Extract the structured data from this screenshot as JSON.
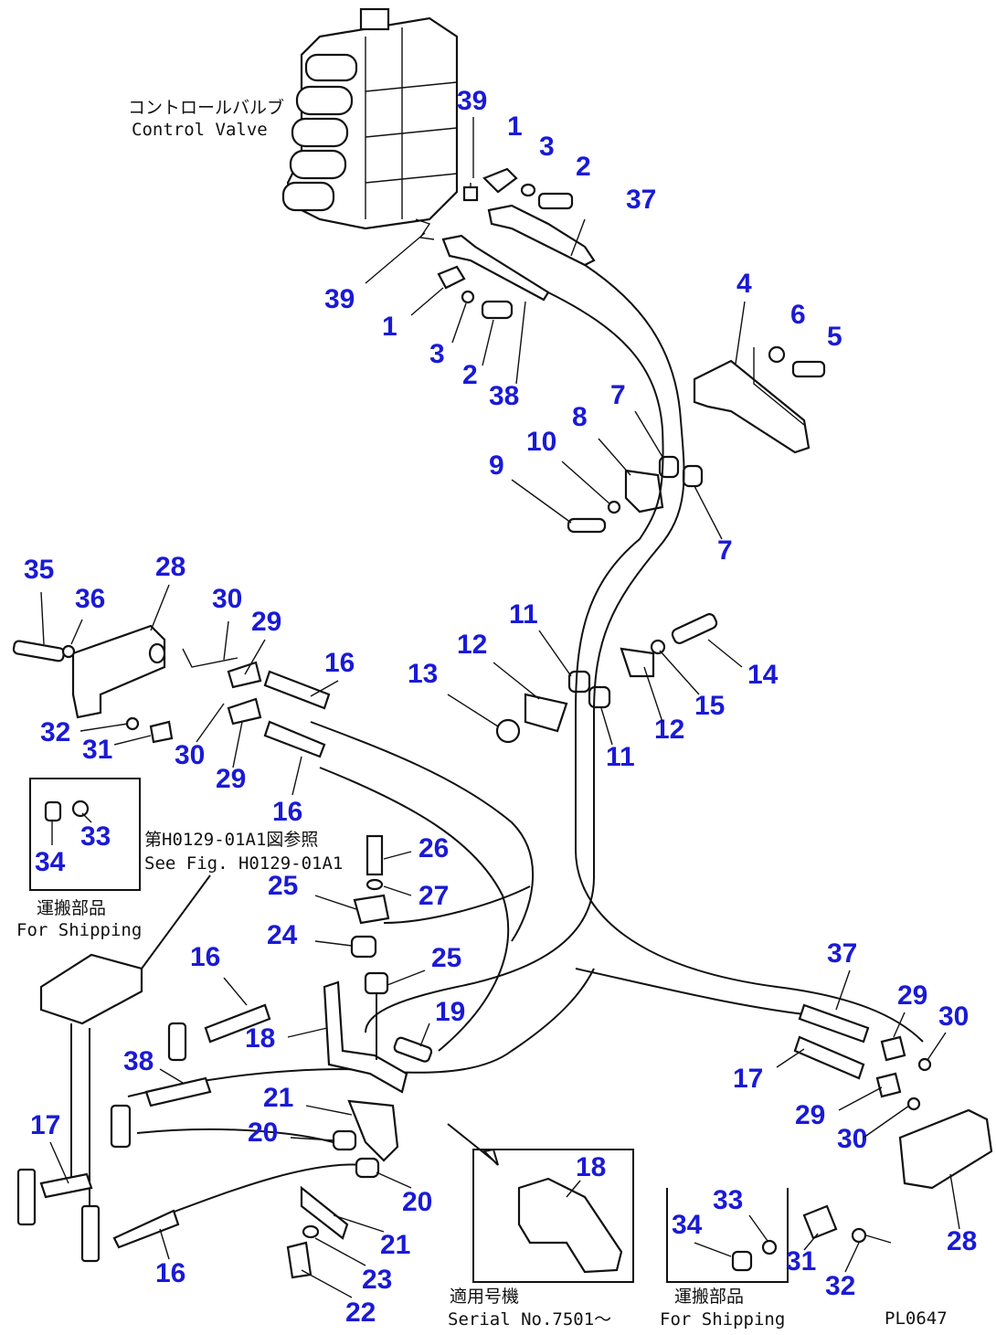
{
  "labels": {
    "control_valve_jp": "コントロールバルブ",
    "control_valve_en": "Control Valve",
    "see_fig_jp": "第H0129-01A1図参照",
    "see_fig_en": "See Fig. H0129-01A1",
    "shipping_jp": "運搬部品",
    "shipping_en": "For Shipping",
    "serial_jp": "適用号機",
    "serial_en": "Serial No.7501～",
    "shipping2_jp": "運搬部品",
    "shipping2_en": "For Shipping",
    "drawing_code": "PL0647"
  },
  "callouts": [
    "39",
    "1",
    "3",
    "2",
    "37",
    "39",
    "1",
    "3",
    "2",
    "38",
    "4",
    "6",
    "5",
    "7",
    "8",
    "10",
    "9",
    "7",
    "35",
    "36",
    "28",
    "30",
    "29",
    "16",
    "11",
    "12",
    "13",
    "14",
    "15",
    "12",
    "11",
    "32",
    "31",
    "30",
    "29",
    "16",
    "34",
    "33",
    "26",
    "27",
    "25",
    "24",
    "25",
    "16",
    "18",
    "19",
    "37",
    "29",
    "30",
    "38",
    "17",
    "17",
    "29",
    "30",
    "21",
    "20",
    "20",
    "18",
    "28",
    "21",
    "23",
    "22",
    "16",
    "33",
    "34",
    "31",
    "32"
  ]
}
